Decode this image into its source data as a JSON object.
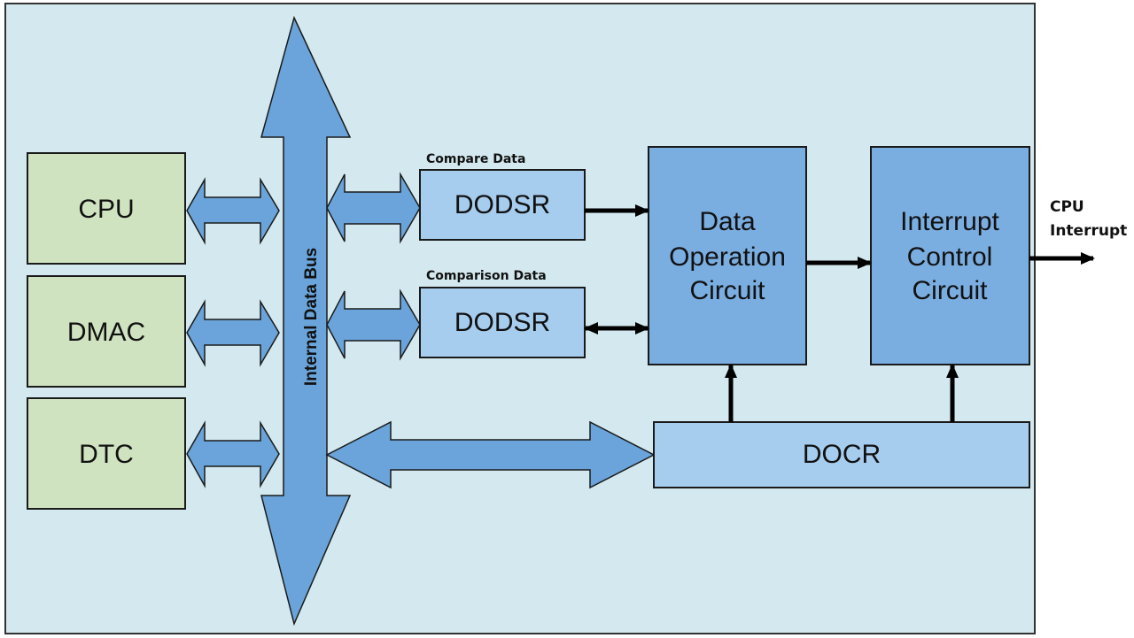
{
  "colors": {
    "background": "#d3e9ef",
    "master_box": "#d0e3c0",
    "register_box": "#a6cdee",
    "circuit_box": "#7aade0",
    "bus_arrow": "#6aa4da",
    "outline": "#1a1a1a"
  },
  "bus": {
    "label": "Internal Data Bus"
  },
  "masters": [
    {
      "label": "CPU"
    },
    {
      "label": "DMAC"
    },
    {
      "label": "DTC"
    }
  ],
  "registers": [
    {
      "label": "DODSR",
      "caption": "Compare Data"
    },
    {
      "label": "DODSR",
      "caption": "Comparison Data"
    }
  ],
  "data_operation_circuit": {
    "lines": [
      "Data",
      "Operation",
      "Circuit"
    ]
  },
  "interrupt_control_circuit": {
    "lines": [
      "Interrupt",
      "Control",
      "Circuit"
    ]
  },
  "docr": {
    "label": "DOCR"
  },
  "output": {
    "lines": [
      "CPU",
      "Interrupt"
    ]
  }
}
